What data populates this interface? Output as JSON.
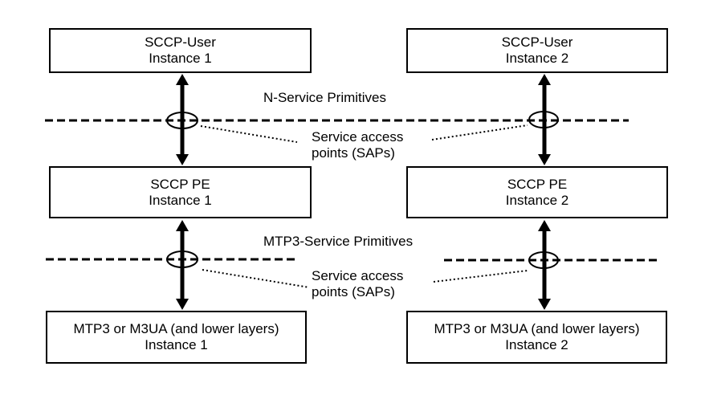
{
  "diagram": {
    "colors": {
      "ink": "#000000",
      "background": "#ffffff"
    },
    "boxes": [
      {
        "line1": "SCCP-User",
        "line2": "Instance 1"
      },
      {
        "line1": "SCCP-User",
        "line2": "Instance 2"
      },
      {
        "line1": "SCCP PE",
        "line2": "Instance 1"
      },
      {
        "line1": "SCCP PE",
        "line2": "Instance 2"
      },
      {
        "line1": "MTP3 or M3UA (and lower layers)",
        "line2": "Instance 1"
      },
      {
        "line1": "MTP3 or M3UA (and lower layers)",
        "line2": "Instance 2"
      }
    ],
    "labels": {
      "n_service_primitives": "N-Service Primitives",
      "mtp3_service_primitives": "MTP3-Service Primitives",
      "sap_upper": {
        "line1": "Service access",
        "line2": "points (SAPs)"
      },
      "sap_lower": {
        "line1": "Service access",
        "line2": "points (SAPs)"
      }
    }
  }
}
